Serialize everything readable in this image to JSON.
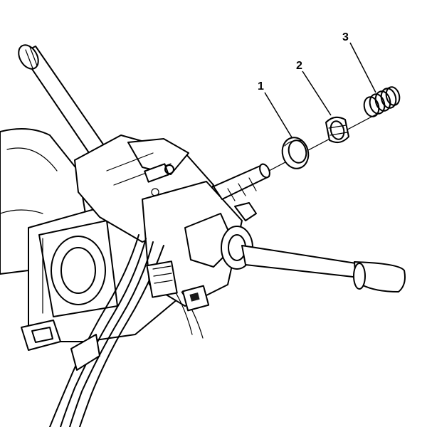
{
  "diagram": {
    "callouts": [
      {
        "id": "1",
        "label": "1",
        "part": "retaining-ring"
      },
      {
        "id": "2",
        "label": "2",
        "part": "spring-retainer"
      },
      {
        "id": "3",
        "label": "3",
        "part": "spring"
      }
    ],
    "colors": {
      "ink": "#000000",
      "background": "#ffffff"
    }
  }
}
